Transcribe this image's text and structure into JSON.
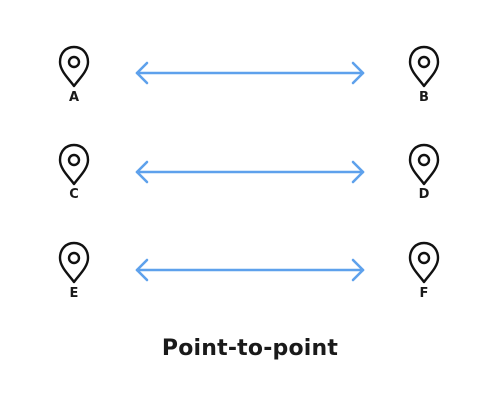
{
  "caption": "Point-to-point",
  "colors": {
    "arrow": "#5ea1ec",
    "pin": "#111111"
  },
  "rows": [
    {
      "left": {
        "label": "A",
        "icon": "map-pin-icon"
      },
      "right": {
        "label": "B",
        "icon": "map-pin-icon"
      },
      "connector": "double-arrow-icon"
    },
    {
      "left": {
        "label": "C",
        "icon": "map-pin-icon"
      },
      "right": {
        "label": "D",
        "icon": "map-pin-icon"
      },
      "connector": "double-arrow-icon"
    },
    {
      "left": {
        "label": "E",
        "icon": "map-pin-icon"
      },
      "right": {
        "label": "F",
        "icon": "map-pin-icon"
      },
      "connector": "double-arrow-icon"
    }
  ]
}
